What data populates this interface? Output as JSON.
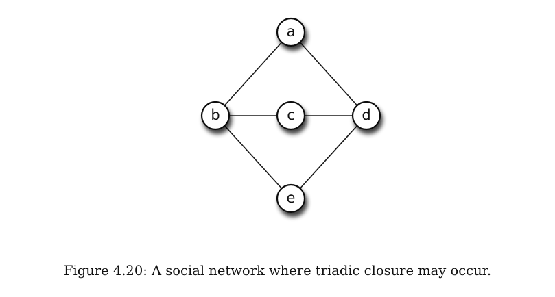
{
  "diagram": {
    "nodes": [
      {
        "id": "a",
        "label": "a"
      },
      {
        "id": "b",
        "label": "b"
      },
      {
        "id": "c",
        "label": "c"
      },
      {
        "id": "d",
        "label": "d"
      },
      {
        "id": "e",
        "label": "e"
      }
    ],
    "edges": [
      [
        "a",
        "b"
      ],
      [
        "a",
        "d"
      ],
      [
        "b",
        "c"
      ],
      [
        "c",
        "d"
      ],
      [
        "b",
        "e"
      ],
      [
        "d",
        "e"
      ]
    ]
  },
  "caption": "Figure 4.20: A social network where triadic closure may occur."
}
